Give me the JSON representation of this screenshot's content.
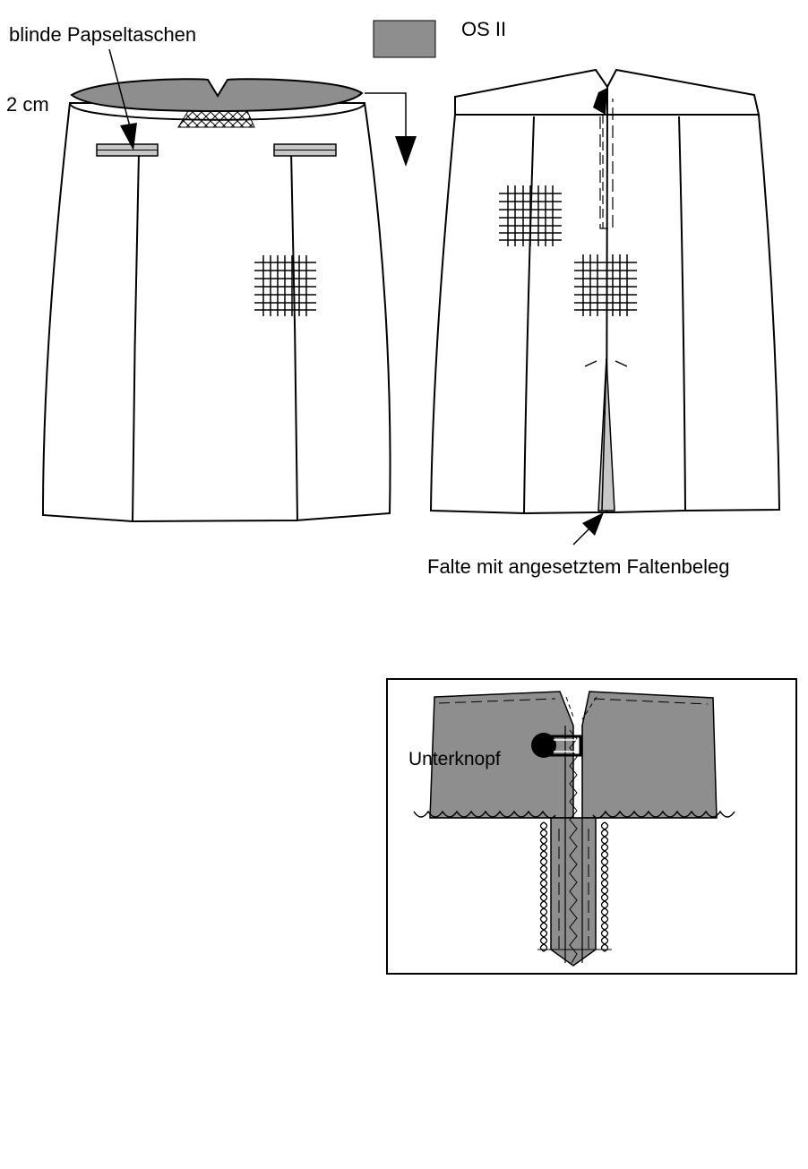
{
  "legend": {
    "label": "OS II",
    "swatch_color": "#8e8e8e"
  },
  "front_view": {
    "pocket_label": "blinde Papseltaschen",
    "waistband_label": "2 cm"
  },
  "back_view": {
    "pleat_label": "Falte mit angesetztem Faltenbeleg"
  },
  "detail": {
    "button_label": "Unterknopf"
  },
  "colors": {
    "line": "#000000",
    "fabric_fill": "#ffffff",
    "os_fill": "#8e8e8e",
    "facing_fill": "#bdbdbd",
    "tab_fill": "#c8c8c8"
  }
}
